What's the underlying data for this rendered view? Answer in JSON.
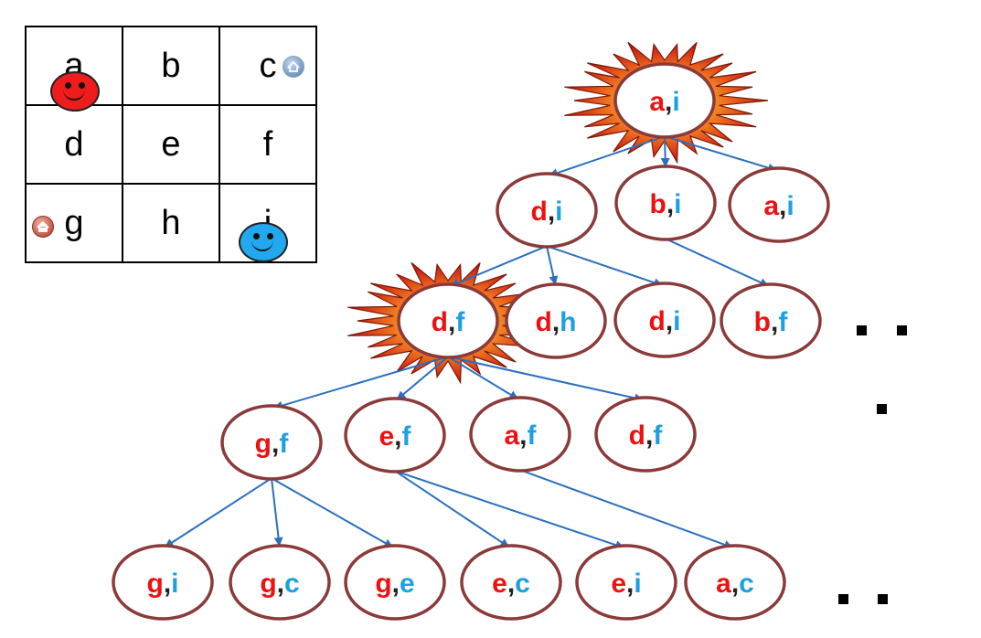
{
  "grid": {
    "cells": [
      "a",
      "b",
      "c",
      "d",
      "e",
      "f",
      "g",
      "h",
      "i"
    ]
  },
  "colors": {
    "agent_a": "#ee1111",
    "agent_b": "#1ea0e0",
    "node_border": "#8b3a3a",
    "edge": "#2a6fbf"
  },
  "icons": {
    "red_agent": "red-smiley-icon",
    "blue_agent": "blue-smiley-icon",
    "home_c": "home-icon",
    "home_g": "home-icon"
  },
  "tree": {
    "nodes": [
      {
        "id": "n1",
        "a": "a",
        "b": "i",
        "highlight": true
      },
      {
        "id": "n2",
        "a": "d",
        "b": "i"
      },
      {
        "id": "n3",
        "a": "b",
        "b": "i"
      },
      {
        "id": "n4",
        "a": "a",
        "b": "i"
      },
      {
        "id": "n5",
        "a": "d",
        "b": "f",
        "highlight": true
      },
      {
        "id": "n6",
        "a": "d",
        "b": "h"
      },
      {
        "id": "n7",
        "a": "d",
        "b": "i"
      },
      {
        "id": "n8",
        "a": "b",
        "b": "f"
      },
      {
        "id": "n9",
        "a": "g",
        "b": "f"
      },
      {
        "id": "n10",
        "a": "e",
        "b": "f"
      },
      {
        "id": "n11",
        "a": "a",
        "b": "f"
      },
      {
        "id": "n12",
        "a": "d",
        "b": "f"
      },
      {
        "id": "n13",
        "a": "g",
        "b": "i"
      },
      {
        "id": "n14",
        "a": "g",
        "b": "c"
      },
      {
        "id": "n15",
        "a": "g",
        "b": "e"
      },
      {
        "id": "n16",
        "a": "e",
        "b": "c"
      },
      {
        "id": "n17",
        "a": "e",
        "b": "i"
      },
      {
        "id": "n18",
        "a": "a",
        "b": "c"
      }
    ],
    "edges": [
      [
        "n1",
        "n2"
      ],
      [
        "n1",
        "n3"
      ],
      [
        "n1",
        "n4"
      ],
      [
        "n2",
        "n5"
      ],
      [
        "n2",
        "n6"
      ],
      [
        "n2",
        "n7"
      ],
      [
        "n3",
        "n8"
      ],
      [
        "n5",
        "n9"
      ],
      [
        "n5",
        "n10"
      ],
      [
        "n5",
        "n11"
      ],
      [
        "n5",
        "n12"
      ],
      [
        "n9",
        "n13"
      ],
      [
        "n9",
        "n14"
      ],
      [
        "n9",
        "n15"
      ],
      [
        "n10",
        "n16"
      ],
      [
        "n10",
        "n17"
      ],
      [
        "n11",
        "n18"
      ]
    ],
    "separator": ","
  }
}
